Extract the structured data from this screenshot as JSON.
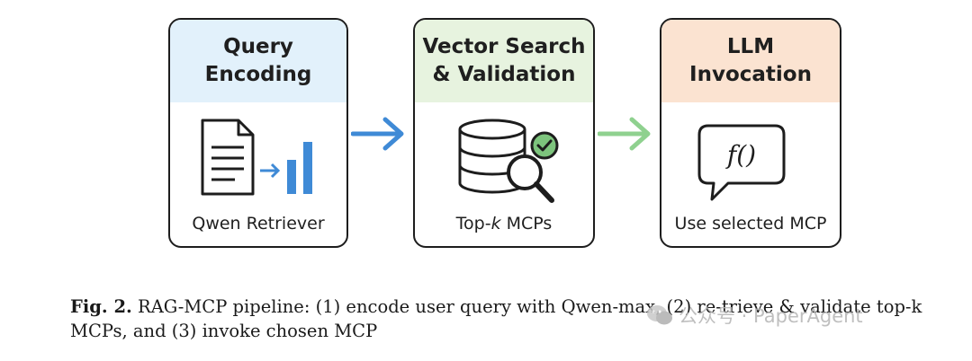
{
  "stages": [
    {
      "title_lines": [
        "Query",
        "Encoding"
      ],
      "caption": "Qwen Retriever",
      "icon": "document-to-vector-icon",
      "header_color": "#e2f1fb"
    },
    {
      "title_lines": [
        "Vector Search",
        "& Validation"
      ],
      "caption_prefix": "Top-",
      "caption_italic": "k",
      "caption_suffix": " MCPs",
      "icon": "database-search-check-icon",
      "header_color": "#e7f3df"
    },
    {
      "title_lines": [
        "LLM",
        "Invocation"
      ],
      "caption": "Use selected MCP",
      "icon_text": "f()",
      "icon": "function-speech-bubble-icon",
      "header_color": "#fbe3d1"
    }
  ],
  "arrows": [
    {
      "icon": "arrow-right-icon",
      "color": "#3f8ad6"
    },
    {
      "icon": "arrow-right-icon",
      "color": "#8fd18f"
    }
  ],
  "figure_caption": {
    "label": "Fig. 2.",
    "text": "RAG-MCP pipeline: (1) encode user query with Qwen-max, (2) re-trieve & validate top-k MCPs, and (3) invoke chosen MCP"
  },
  "watermark": "公众号 · PaperAgent"
}
